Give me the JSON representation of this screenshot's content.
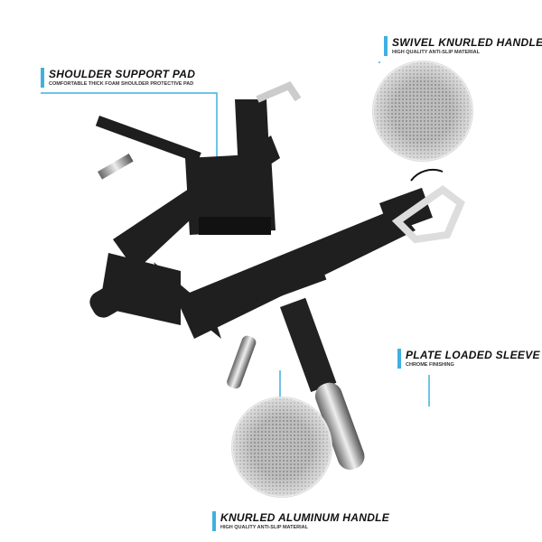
{
  "callouts": {
    "shoulder": {
      "title": "SHOULDER SUPPORT PAD",
      "subtitle": "COMFORTABLE THICK FOAM SHOULDER PROTECTIVE PAD"
    },
    "swivel": {
      "title": "SWIVEL KNURLED HANDLE",
      "subtitle": "HIGH QUALITY ANTI-SLIP  MATERIAL"
    },
    "sleeve": {
      "title": "PLATE LOADED SLEEVE",
      "subtitle": "CHROME FINISHING"
    },
    "aluminum": {
      "title": "KNURLED ALUMINUM HANDLE",
      "subtitle": "HIGH QUALITY ANTI-SLIP  MATERIAL"
    }
  },
  "colors": {
    "accent": "#3fb0e0",
    "frame": "#1e1e1e",
    "chrome": "#c8c8c8"
  }
}
